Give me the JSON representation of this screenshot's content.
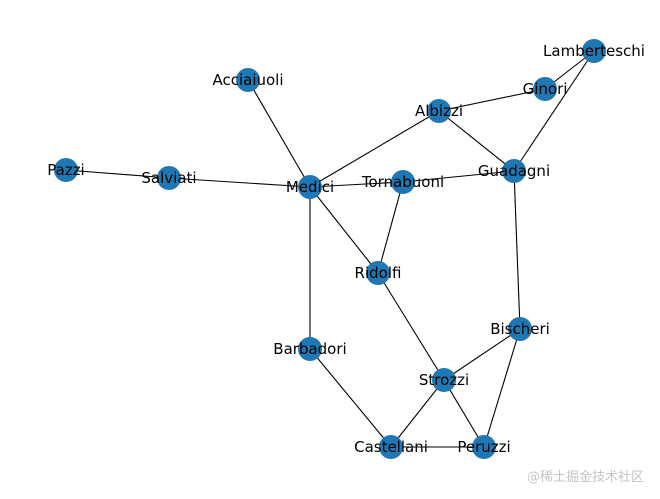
{
  "graph": {
    "nodes": [
      {
        "id": "lamberteschi",
        "label": "Lamberteschi"
      },
      {
        "id": "ginori",
        "label": "Ginori"
      },
      {
        "id": "acciaiuoli",
        "label": "Acciaiuoli"
      },
      {
        "id": "albizzi",
        "label": "Albizzi"
      },
      {
        "id": "pazzi",
        "label": "Pazzi"
      },
      {
        "id": "salviati",
        "label": "Salviati"
      },
      {
        "id": "medici",
        "label": "Medici"
      },
      {
        "id": "tornabuoni",
        "label": "Tornabuoni"
      },
      {
        "id": "guadagni",
        "label": "Guadagni"
      },
      {
        "id": "ridolfi",
        "label": "Ridolfi"
      },
      {
        "id": "bischeri",
        "label": "Bischeri"
      },
      {
        "id": "barbadori",
        "label": "Barbadori"
      },
      {
        "id": "strozzi",
        "label": "Strozzi"
      },
      {
        "id": "castellani",
        "label": "Castellani"
      },
      {
        "id": "peruzzi",
        "label": "Peruzzi"
      }
    ],
    "edges": [
      [
        "pazzi",
        "salviati"
      ],
      [
        "salviati",
        "medici"
      ],
      [
        "acciaiuoli",
        "medici"
      ],
      [
        "medici",
        "albizzi"
      ],
      [
        "medici",
        "tornabuoni"
      ],
      [
        "medici",
        "ridolfi"
      ],
      [
        "medici",
        "barbadori"
      ],
      [
        "albizzi",
        "ginori"
      ],
      [
        "albizzi",
        "guadagni"
      ],
      [
        "ginori",
        "lamberteschi"
      ],
      [
        "lamberteschi",
        "guadagni"
      ],
      [
        "tornabuoni",
        "guadagni"
      ],
      [
        "tornabuoni",
        "ridolfi"
      ],
      [
        "guadagni",
        "bischeri"
      ],
      [
        "ridolfi",
        "strozzi"
      ],
      [
        "bischeri",
        "strozzi"
      ],
      [
        "bischeri",
        "peruzzi"
      ],
      [
        "barbadori",
        "castellani"
      ],
      [
        "strozzi",
        "castellani"
      ],
      [
        "strozzi",
        "peruzzi"
      ],
      [
        "castellani",
        "peruzzi"
      ]
    ]
  },
  "watermark": "@稀土掘金技术社区"
}
